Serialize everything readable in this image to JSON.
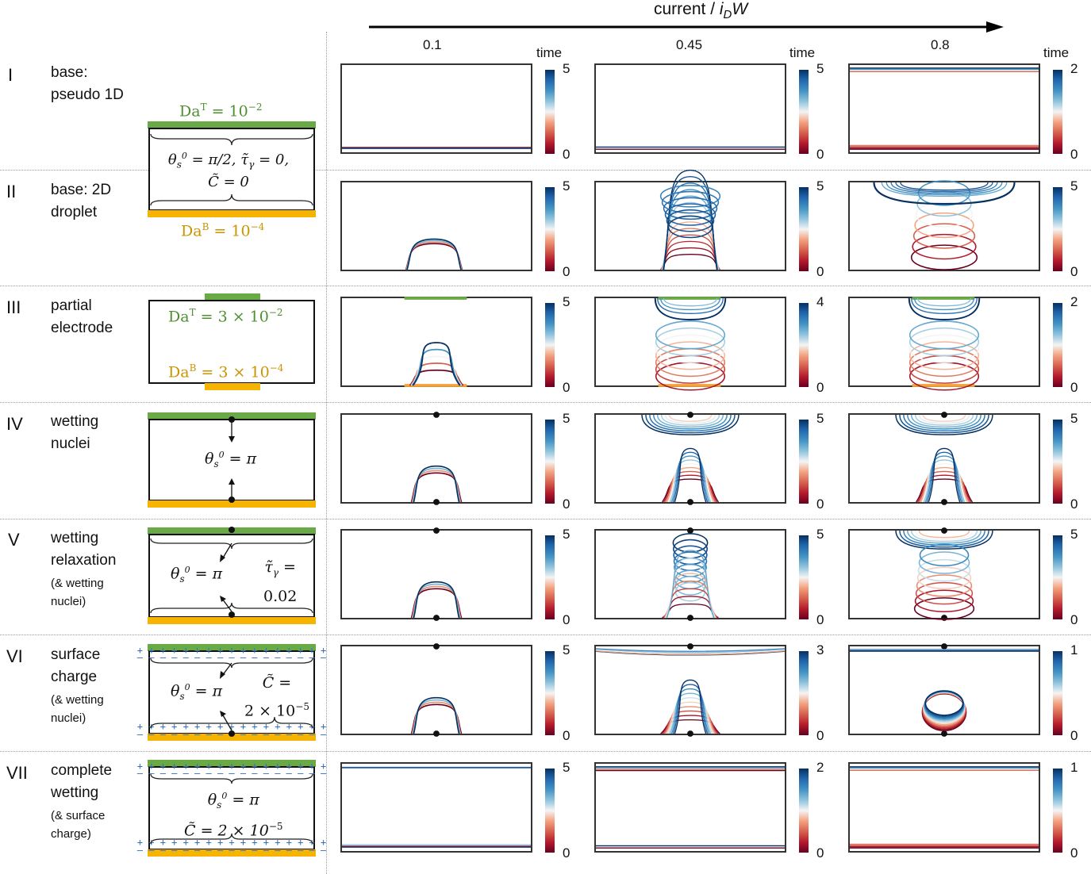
{
  "header": {
    "axis_label_main": "current / ",
    "axis_label_i": "i",
    "axis_label_sub": "D",
    "axis_label_w": "W",
    "currents": [
      "0.1",
      "0.45",
      "0.8"
    ],
    "time_label": "time"
  },
  "rows": [
    {
      "num": "I",
      "title_1": "base:",
      "title_2": "pseudo 1D",
      "note_1": "",
      "note_2": "",
      "cb_max": [
        "5",
        "5",
        "2"
      ],
      "cb_min": [
        "0",
        "0",
        "0"
      ]
    },
    {
      "num": "II",
      "title_1": "base: 2D",
      "title_2": "droplet",
      "note_1": "",
      "note_2": "",
      "cb_max": [
        "5",
        "5",
        "5"
      ],
      "cb_min": [
        "0",
        "0",
        "0"
      ]
    },
    {
      "num": "III",
      "title_1": "partial",
      "title_2": "electrode",
      "note_1": "",
      "note_2": "",
      "cb_max": [
        "5",
        "4",
        "2"
      ],
      "cb_min": [
        "0",
        "0",
        "0"
      ]
    },
    {
      "num": "IV",
      "title_1": "wetting",
      "title_2": "nuclei",
      "note_1": "",
      "note_2": "",
      "cb_max": [
        "5",
        "5",
        "5"
      ],
      "cb_min": [
        "0",
        "0",
        "0"
      ]
    },
    {
      "num": "V",
      "title_1": "wetting",
      "title_2": "relaxation",
      "note_1": "(& wetting",
      "note_2": "nuclei)",
      "cb_max": [
        "5",
        "5",
        "5"
      ],
      "cb_min": [
        "0",
        "0",
        "0"
      ]
    },
    {
      "num": "VI",
      "title_1": "surface",
      "title_2": "charge",
      "note_1": "(& wetting",
      "note_2": "nuclei)",
      "cb_max": [
        "5",
        "3",
        "1"
      ],
      "cb_min": [
        "0",
        "0",
        "0"
      ]
    },
    {
      "num": "VII",
      "title_1": "complete",
      "title_2": "wetting",
      "note_1": "(& surface",
      "note_2": "charge)",
      "cb_max": [
        "5",
        "2",
        "1"
      ],
      "cb_min": [
        "0",
        "0",
        "0"
      ]
    }
  ],
  "schematics": {
    "da_top_1": "Da",
    "da_top_1_sup": "T",
    "da_top_1_val": " = 10",
    "da_top_1_exp": "−2",
    "da_bot_1": "Da",
    "da_bot_1_sup": "B",
    "da_bot_1_val": " = 10",
    "da_bot_1_exp": "−4",
    "base_eq_1": "θ",
    "base_eq_1_rest": "s",
    "base_eq_theta_sup": "0",
    "base_eq_pi": " = π/2, τ̃",
    "base_eq_gamma": "γ",
    "base_eq_tail": " = 0,",
    "base_eq_c": "C̃ = 0",
    "da_top_3": "Da",
    "da_top_3_sup": "T",
    "da_top_3_val": " = 3 × 10",
    "da_top_3_exp": "−2",
    "da_bot_3": "Da",
    "da_bot_3_sup": "B",
    "da_bot_3_val": " = 3 × 10",
    "da_bot_3_exp": "−4",
    "theta_pi": " = π",
    "tau_label": "τ̃",
    "tau_sub": "γ",
    "tau_eq": " =",
    "tau_val": "0.02",
    "c_label": "C̃ =",
    "c_val": "2 × 10",
    "c_exp": "−5",
    "c_full": "C̃ = 2 × 10"
  },
  "colors": {
    "electrode_top": "#6aaa46",
    "electrode_bottom": "#f6b400",
    "line_blue": "#1c4f9c",
    "line_red": "#a00e23",
    "plus": "#2f6fb5",
    "minus": "#2f6fb5"
  }
}
